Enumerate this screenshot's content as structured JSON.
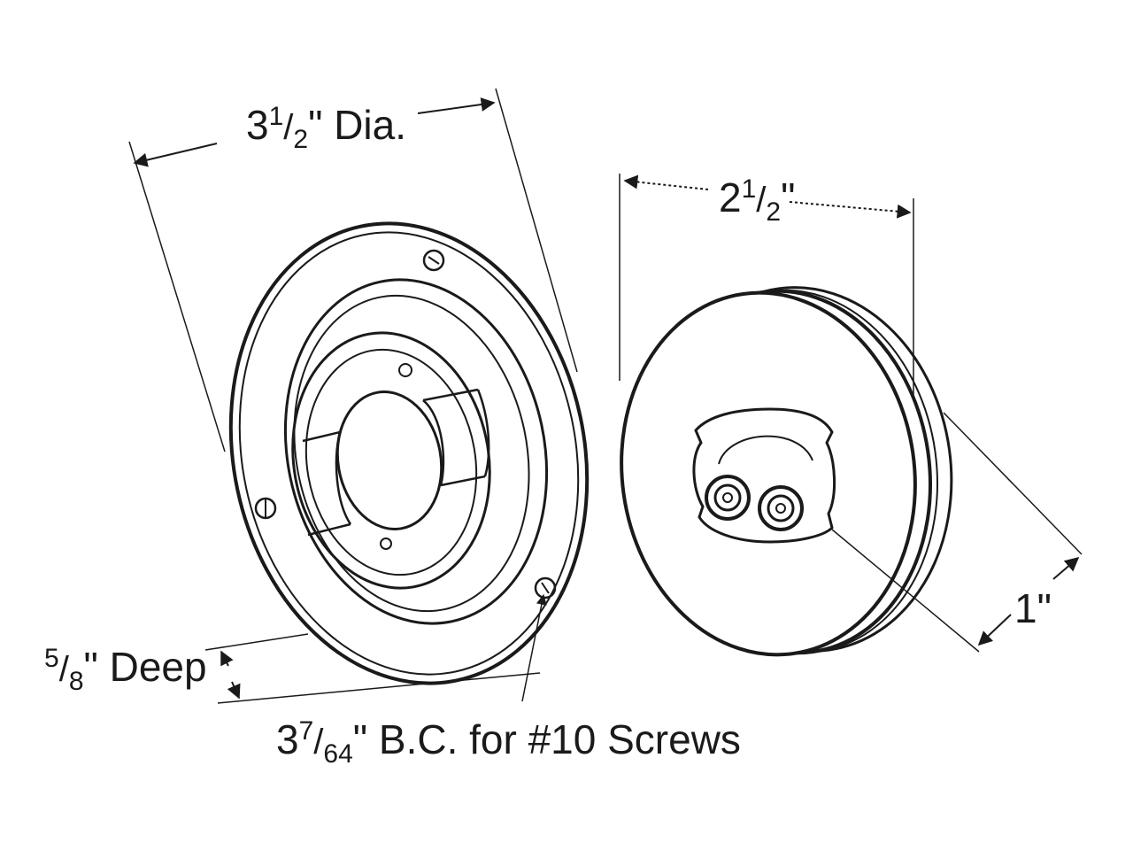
{
  "dimensions": {
    "flange_diameter": {
      "whole": "3",
      "num": "1",
      "den": "2",
      "suffix": "\" Dia."
    },
    "lamp_diameter": {
      "whole": "2",
      "num": "1",
      "den": "2",
      "suffix": "\""
    },
    "lamp_depth": {
      "text": "1\""
    },
    "flange_depth": {
      "num": "5",
      "den": "8",
      "suffix": "\" Deep"
    },
    "bolt_circle": {
      "whole": "3",
      "num": "7",
      "den": "64",
      "suffix": "\" B.C. for #10 Screws"
    }
  },
  "colors": {
    "line": "#1a1a1a",
    "background": "#ffffff"
  }
}
